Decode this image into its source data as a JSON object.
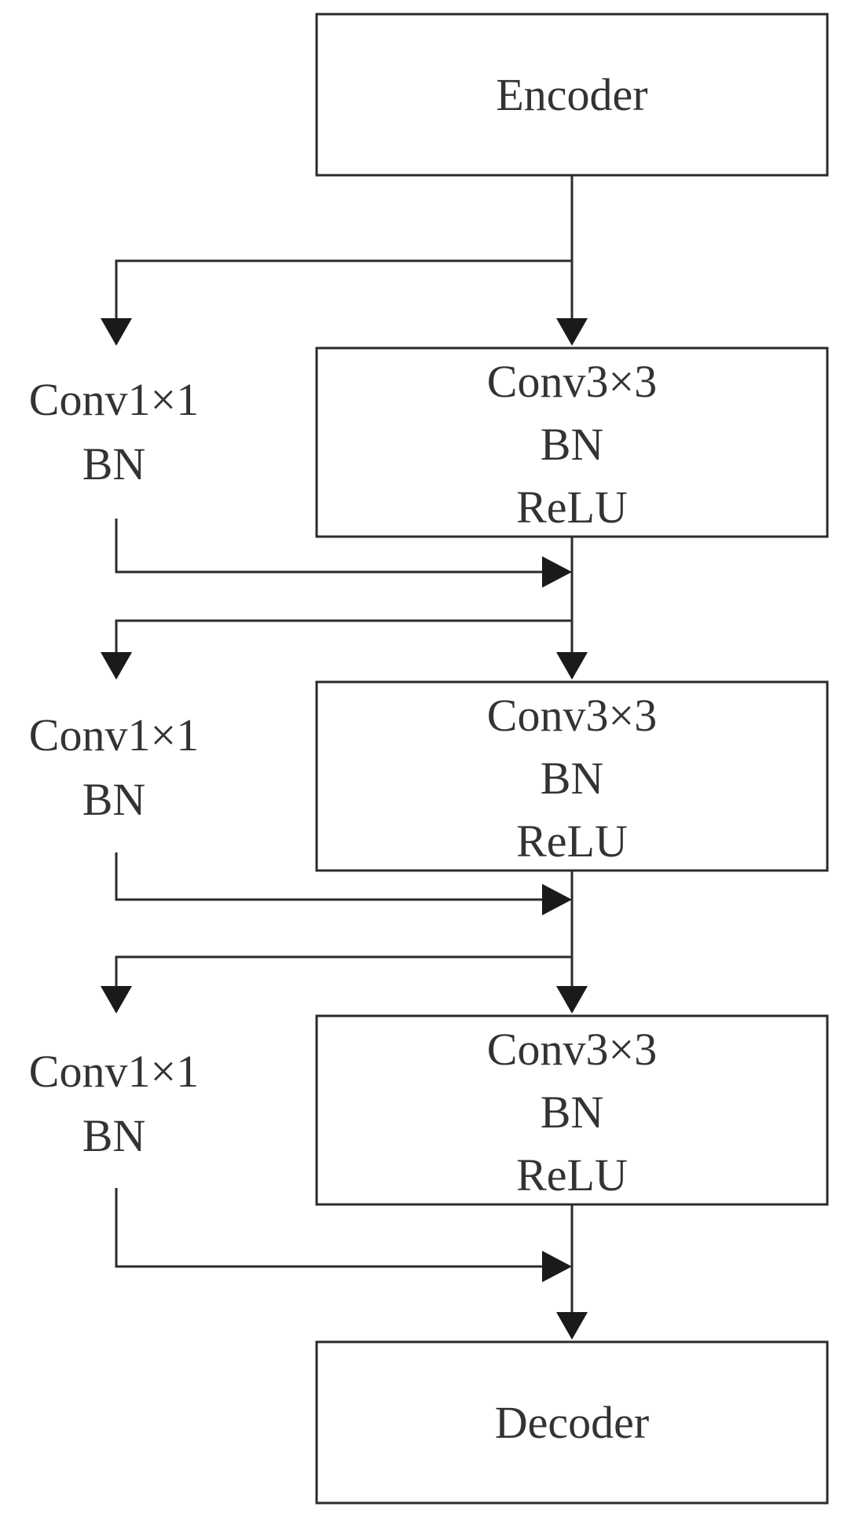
{
  "encoder": {
    "label": "Encoder"
  },
  "decoder": {
    "label": "Decoder"
  },
  "blocks": [
    {
      "lines": [
        "Conv3×3",
        "BN",
        "ReLU"
      ]
    },
    {
      "lines": [
        "Conv3×3",
        "BN",
        "ReLU"
      ]
    },
    {
      "lines": [
        "Conv3×3",
        "BN",
        "ReLU"
      ]
    }
  ],
  "shortcuts": [
    {
      "lines": [
        "Conv1×1",
        "BN"
      ]
    },
    {
      "lines": [
        "Conv1×1",
        "BN"
      ]
    },
    {
      "lines": [
        "Conv1×1",
        "BN"
      ]
    }
  ]
}
